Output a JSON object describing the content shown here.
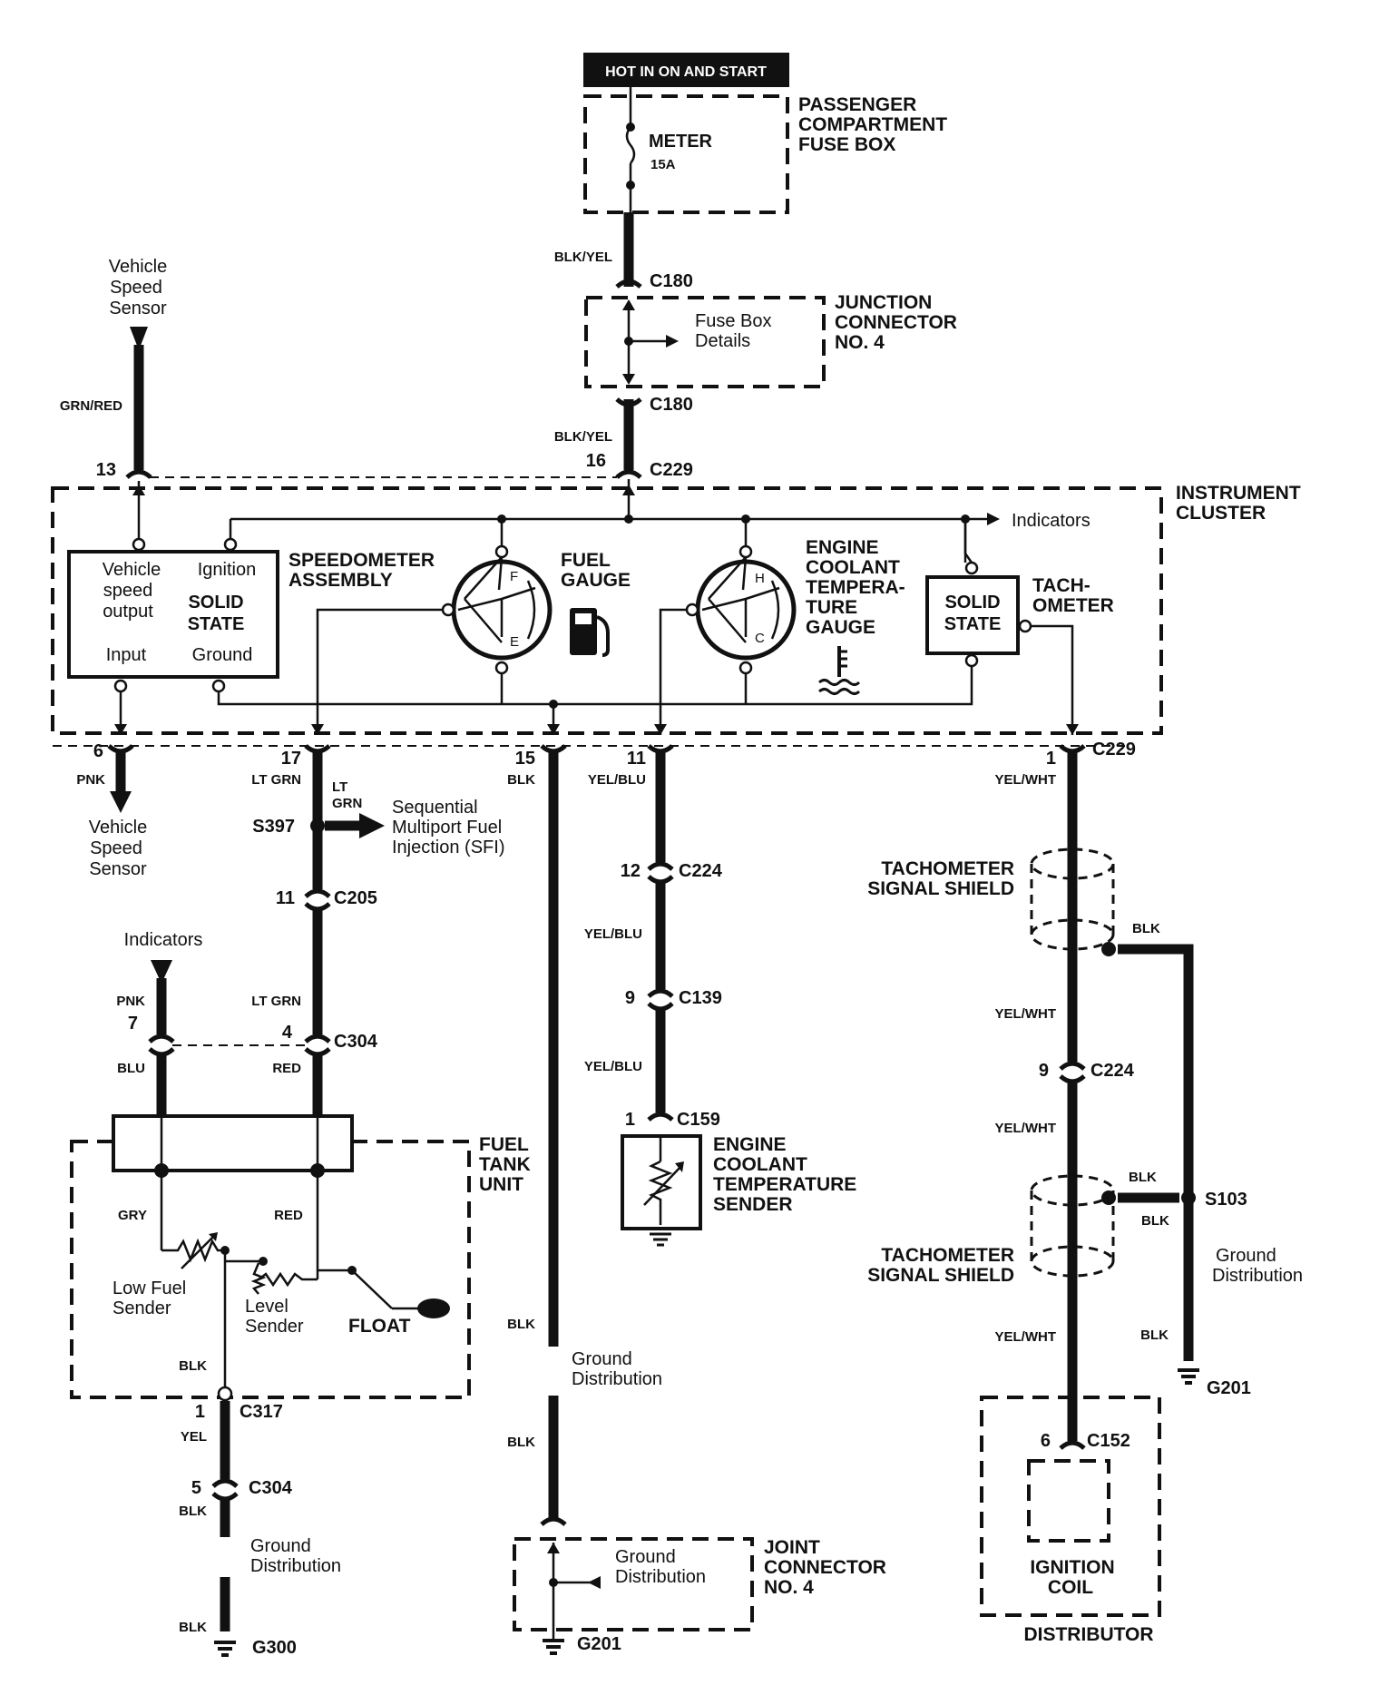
{
  "header": {
    "power_label": "HOT IN ON AND START"
  },
  "fuse_box": {
    "title_lines": [
      "PASSENGER",
      "COMPARTMENT",
      "FUSE BOX"
    ],
    "fuse_name": "METER",
    "fuse_rating": "15A"
  },
  "junction_connector": {
    "title_lines": [
      "JUNCTION",
      "CONNECTOR",
      "NO. 4"
    ],
    "detail_lines": [
      "Fuse Box",
      "Details"
    ],
    "top_connector": "C180",
    "bottom_connector": "C180"
  },
  "wire_colors": {
    "feed_top": "BLK/YEL",
    "feed_bottom": "BLK/YEL",
    "vss_in": "GRN/RED"
  },
  "vehicle_speed_sensor_top": {
    "lines": [
      "Vehicle",
      "Speed",
      "Sensor"
    ]
  },
  "instrument_cluster": {
    "title_lines": [
      "INSTRUMENT",
      "CLUSTER"
    ],
    "top_pins": {
      "vss": "13",
      "power": "16",
      "connector": "C229"
    },
    "indicators": "Indicators",
    "speedometer": {
      "title_lines": [
        "SPEEDOMETER",
        "ASSEMBLY"
      ],
      "vso_lines": [
        "Vehicle",
        "speed",
        "output"
      ],
      "ignition": "Ignition",
      "state_lines": [
        "SOLID",
        "STATE"
      ],
      "input": "Input",
      "ground": "Ground"
    },
    "fuel_gauge": {
      "title_lines": [
        "FUEL",
        "GAUGE"
      ],
      "f": "F",
      "e": "E"
    },
    "coolant_gauge": {
      "title_lines": [
        "ENGINE",
        "COOLANT",
        "TEMPERA-",
        "TURE",
        "GAUGE"
      ],
      "h": "H",
      "c": "C"
    },
    "tachometer": {
      "title_lines": [
        "TACH-",
        "OMETER"
      ],
      "state_lines": [
        "SOLID",
        "STATE"
      ]
    },
    "bottom_connector": "C229"
  },
  "bottom_pins": {
    "p6": {
      "num": "6",
      "color": "PNK"
    },
    "p17": {
      "num": "17",
      "color": "LT GRN"
    },
    "p15": {
      "num": "15",
      "color": "BLK"
    },
    "p11": {
      "num": "11",
      "color": "YEL/BLU"
    },
    "p1": {
      "num": "1",
      "color": "YEL/WHT"
    }
  },
  "vehicle_speed_sensor_bottom": {
    "lines": [
      "Vehicle",
      "Speed",
      "Sensor"
    ]
  },
  "sfi_branch": {
    "splice": "S397",
    "wire_lines": [
      "LT",
      "GRN"
    ],
    "target_lines": [
      "Sequential",
      "Multiport Fuel",
      "Injection (SFI)"
    ]
  },
  "c205": {
    "pin": "11",
    "name": "C205"
  },
  "indicators_left": {
    "label": "Indicators",
    "top_color": "PNK",
    "pin": "7",
    "bottom_color": "BLU"
  },
  "c304_top": {
    "top_color": "LT GRN",
    "pin": "4",
    "name": "C304",
    "bottom_color": "RED"
  },
  "fuel_tank_unit": {
    "title_lines": [
      "FUEL",
      "TANK",
      "UNIT"
    ],
    "gry": "GRY",
    "red": "RED",
    "low_fuel_lines": [
      "Low Fuel",
      "Sender"
    ],
    "level_lines": [
      "Level",
      "Sender"
    ],
    "float": "FLOAT",
    "blk": "BLK"
  },
  "c317": {
    "pin": "1",
    "name": "C317",
    "color": "YEL"
  },
  "c304_bottom": {
    "pin": "5",
    "name": "C304",
    "color": "BLK"
  },
  "left_ground": {
    "dist_lines": [
      "Ground",
      "Distribution"
    ],
    "color": "BLK",
    "ground": "G300"
  },
  "center_ground": {
    "color_a": "BLK",
    "dist_lines": [
      "Ground",
      "Distribution"
    ],
    "color_b": "BLK"
  },
  "joint_connector": {
    "title_lines": [
      "JOINT",
      "CONNECTOR",
      "NO. 4"
    ],
    "dist_lines": [
      "Ground",
      "Distribution"
    ],
    "ground": "G201"
  },
  "coolant_chain": {
    "c224_pin": "12",
    "c224": "C224",
    "color_mid": "YEL/BLU",
    "c139_pin": "9",
    "c139": "C139",
    "color_low": "YEL/BLU",
    "c159_pin": "1",
    "c159": "C159"
  },
  "coolant_sender": {
    "title_lines": [
      "ENGINE",
      "COOLANT",
      "TEMPERATURE",
      "SENDER"
    ]
  },
  "tach_chain": {
    "shield_lines": [
      "TACHOMETER",
      "SIGNAL SHIELD"
    ],
    "shield_top_blk": "BLK",
    "color_a": "YEL/WHT",
    "c224_pin": "9",
    "c224": "C224",
    "color_b": "YEL/WHT",
    "shield2_blk": "BLK",
    "splice": "S103",
    "splice_blk": "BLK",
    "dist_lines": [
      "Ground",
      "Distribution"
    ],
    "blk_low": "BLK",
    "ground": "G201",
    "color_c": "YEL/WHT",
    "c152_pin": "6",
    "c152": "C152"
  },
  "distributor": {
    "coil_lines": [
      "IGNITION",
      "COIL"
    ],
    "title": "DISTRIBUTOR"
  }
}
